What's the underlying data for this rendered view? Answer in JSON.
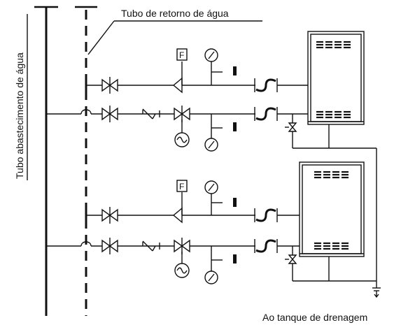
{
  "labels": {
    "return_pipe": "Tubo de retorno de água",
    "supply_pipe": "Tubo abastecimento de água",
    "drain": "Ao tanque de drenagem"
  },
  "gauge_glyph": "F",
  "colors": {
    "line": "#111111",
    "unit_fill": "#ffffff",
    "background": "#ffffff"
  },
  "icons": [
    "valve-icon",
    "check-valve-icon",
    "strainer-icon",
    "flow-switch-icon",
    "pressure-gauge-icon",
    "pump-icon",
    "flexible-joint-icon",
    "drain-valve-icon",
    "ground-icon"
  ]
}
